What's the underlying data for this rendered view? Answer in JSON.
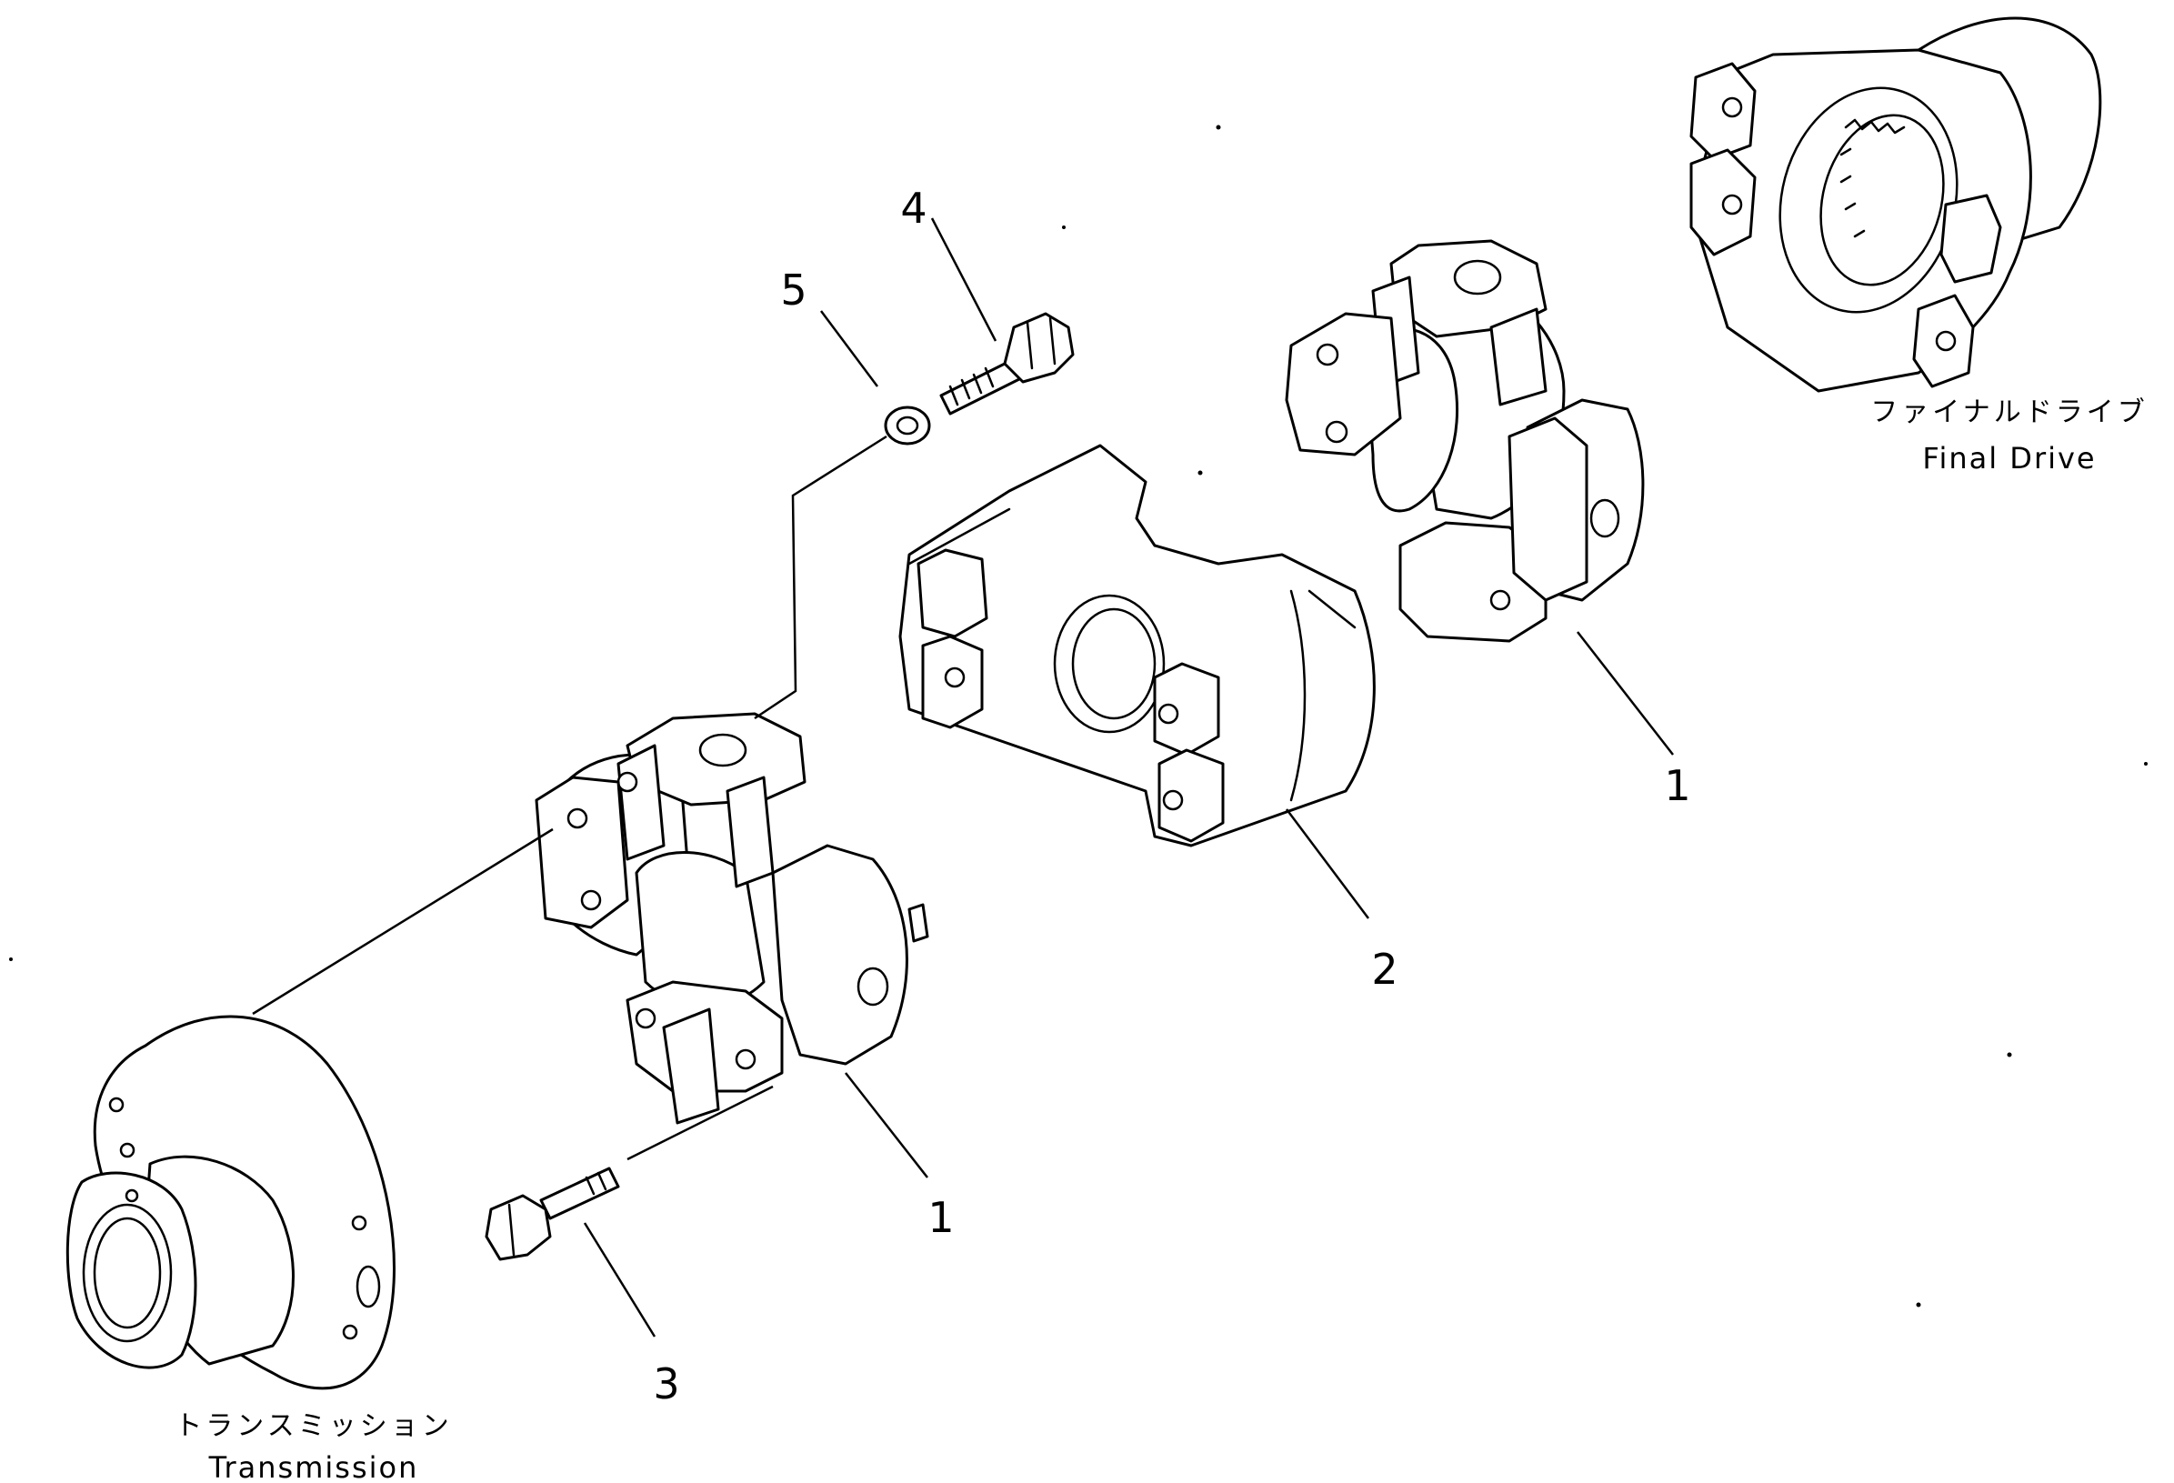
{
  "callouts": {
    "part_1_upper": "1",
    "part_1_lower": "1",
    "part_2": "2",
    "part_3": "3",
    "part_4": "4",
    "part_5": "5"
  },
  "labels": {
    "final_drive_jp": "ファイナルドライブ",
    "final_drive_en": "Final Drive",
    "transmission_jp": "トランスミッション",
    "transmission_en": "Transmission"
  }
}
